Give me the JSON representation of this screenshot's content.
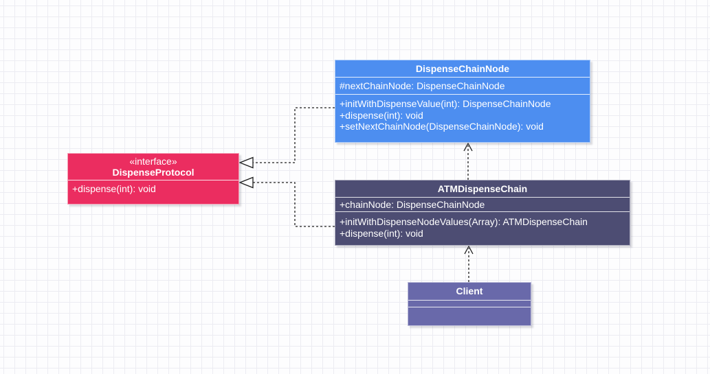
{
  "diagram": {
    "type": "uml-class-diagram",
    "classes": [
      {
        "id": "DispenseChainNode",
        "name": "DispenseChainNode",
        "stereotype": "",
        "attributes": [
          "#nextChainNode: DispenseChainNode"
        ],
        "methods": [
          "+initWithDispenseValue(int): DispenseChainNode",
          "+dispense(int): void",
          "+setNextChainNode(DispenseChainNode): void"
        ],
        "fill_color": "#4d8ef0"
      },
      {
        "id": "DispenseProtocol",
        "name": "DispenseProtocol",
        "stereotype": "«interface»",
        "attributes": [],
        "methods": [
          "+dispense(int): void"
        ],
        "fill_color": "#eb2d60"
      },
      {
        "id": "ATMDispenseChain",
        "name": "ATMDispenseChain",
        "stereotype": "",
        "attributes": [
          "+chainNode: DispenseChainNode"
        ],
        "methods": [
          "+initWithDispenseNodeValues(Array): ATMDispenseChain",
          "+dispense(int): void"
        ],
        "fill_color": "#4d4d73"
      },
      {
        "id": "Client",
        "name": "Client",
        "stereotype": "",
        "attributes": [],
        "methods": [],
        "fill_color": "#6969aa"
      }
    ],
    "relationships": [
      {
        "from": "DispenseChainNode",
        "to": "DispenseProtocol",
        "type": "realization",
        "line": "dashed",
        "arrowhead": "hollow-triangle"
      },
      {
        "from": "ATMDispenseChain",
        "to": "DispenseProtocol",
        "type": "realization",
        "line": "dashed",
        "arrowhead": "hollow-triangle"
      },
      {
        "from": "ATMDispenseChain",
        "to": "DispenseChainNode",
        "type": "dependency",
        "line": "dashed",
        "arrowhead": "open"
      },
      {
        "from": "Client",
        "to": "ATMDispenseChain",
        "type": "dependency",
        "line": "dashed",
        "arrowhead": "open"
      }
    ],
    "colors": {
      "canvas_background": "#fdfdfe",
      "grid_line": "#ececf2",
      "connector": "#1c1c1c",
      "box_text": "#ffffff"
    }
  }
}
